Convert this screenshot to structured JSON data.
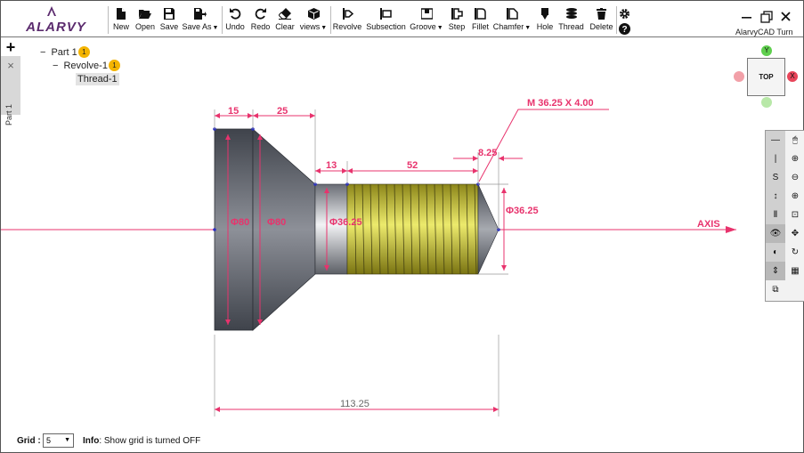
{
  "app": {
    "logo_text": "ALARVY",
    "brand_label": "AlarvyCAD Turn"
  },
  "toolbar": {
    "file": [
      {
        "label": "New",
        "icon": "new-file-icon"
      },
      {
        "label": "Open",
        "icon": "folder-open-icon"
      },
      {
        "label": "Save",
        "icon": "save-icon"
      },
      {
        "label": "Save As",
        "icon": "save-as-icon",
        "dropdown": true
      }
    ],
    "edit": [
      {
        "label": "Undo",
        "icon": "undo-icon"
      },
      {
        "label": "Redo",
        "icon": "redo-icon"
      },
      {
        "label": "Clear",
        "icon": "eraser-icon"
      },
      {
        "label": "views",
        "icon": "cube-icon",
        "dropdown": true
      }
    ],
    "features": [
      {
        "label": "Revolve",
        "icon": "revolve-icon"
      },
      {
        "label": "Subsection",
        "icon": "subsection-icon"
      },
      {
        "label": "Groove",
        "icon": "groove-icon",
        "dropdown": true
      },
      {
        "label": "Step",
        "icon": "step-icon"
      },
      {
        "label": "Fillet",
        "icon": "fillet-icon"
      },
      {
        "label": "Chamfer",
        "icon": "chamfer-icon",
        "dropdown": true
      },
      {
        "label": "Hole",
        "icon": "hole-icon"
      },
      {
        "label": "Thread",
        "icon": "thread-icon"
      },
      {
        "label": "Delete",
        "icon": "trash-icon"
      }
    ]
  },
  "side_tab": {
    "add": "+",
    "close": "×",
    "title": "Part 1"
  },
  "tree": {
    "part": {
      "label": "Part 1",
      "badge": "1",
      "toggle": "−"
    },
    "revolve": {
      "label": "Revolve-1",
      "badge": "1",
      "toggle": "−"
    },
    "thread": {
      "label": "Thread-1"
    }
  },
  "drawing": {
    "dims": {
      "d15": "15",
      "d25": "25",
      "d13": "13",
      "d52": "52",
      "d825": "8.25",
      "total": "113.25",
      "phi80a": "Φ80",
      "phi80b": "Φ80",
      "phi3625a": "Φ36.25",
      "phi3625b": "Φ36.25",
      "thread_callout": "M 36.25 X 4.00",
      "axis": "AXIS"
    },
    "colors": {
      "dim": "#e8336d",
      "body_dark": "#4a4e57",
      "thread": "#b9b11e"
    }
  },
  "view_cube": {
    "face": "TOP",
    "y_label": "Y",
    "x_label": "X"
  },
  "toolbox": {
    "left": [
      {
        "name": "horizontal-line-tool",
        "glyph": "—"
      },
      {
        "name": "vertical-line-tool",
        "glyph": "|"
      },
      {
        "name": "spline-tool",
        "glyph": "S"
      },
      {
        "name": "vertical-arrow-tool",
        "glyph": "↕"
      },
      {
        "name": "fit-height-tool",
        "glyph": "Ⅱ"
      },
      {
        "name": "eye-icon",
        "glyph": "👁"
      },
      {
        "name": "contrast-icon",
        "glyph": "◐"
      },
      {
        "name": "sort-icon",
        "glyph": "⇕"
      },
      {
        "name": "export-icon",
        "glyph": "⧉"
      }
    ],
    "right": [
      {
        "name": "mouse-icon",
        "glyph": "🖱"
      },
      {
        "name": "zoom-in-icon",
        "glyph": "⊕"
      },
      {
        "name": "zoom-out-icon",
        "glyph": "⊖"
      },
      {
        "name": "zoom-fit-icon",
        "glyph": "⊕"
      },
      {
        "name": "zoom-window-icon",
        "glyph": "⊡"
      },
      {
        "name": "pan-icon",
        "glyph": "✥"
      },
      {
        "name": "rotate-icon",
        "glyph": "↻"
      },
      {
        "name": "grid-icon",
        "glyph": "▦"
      }
    ]
  },
  "footer": {
    "grid_label": "Grid :",
    "grid_value": "5",
    "info_label": "Info",
    "info_text": ": Show grid is turned OFF"
  }
}
